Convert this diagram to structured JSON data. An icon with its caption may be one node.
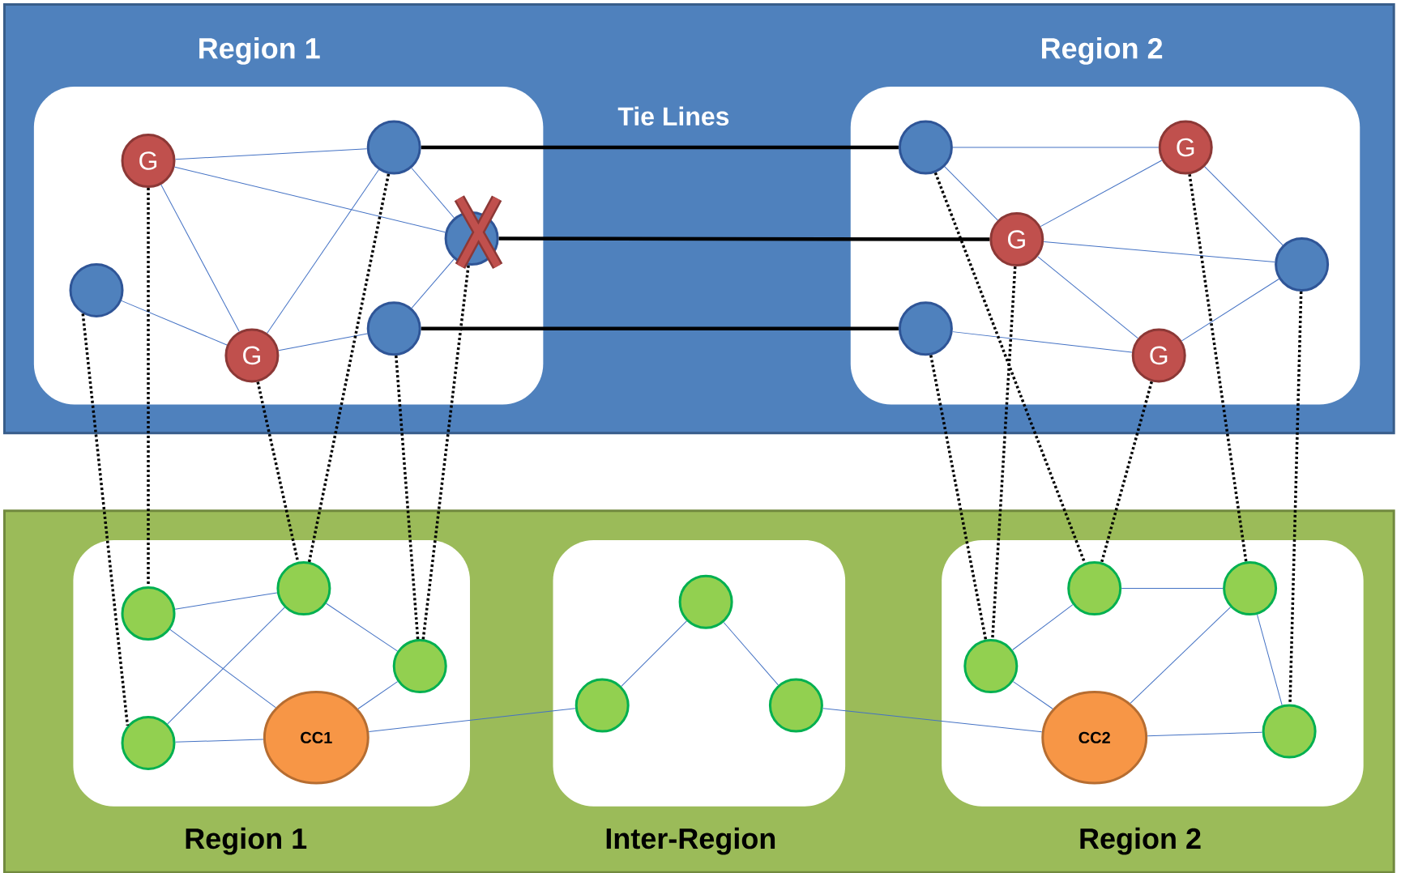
{
  "diagram": {
    "nodes": [
      {
        "text": [],
        "shape": "box"
      },
      {
        "text": [
          "Region 1"
        ],
        "in": 0
      },
      {
        "text": [
          "Region 2"
        ],
        "in": 0
      },
      {
        "text": [
          "G"
        ],
        "in": 1
      },
      {
        "text": [],
        "shape": "circle",
        "in": 1
      },
      {
        "text": [],
        "shape": "circle",
        "in": 1
      },
      {
        "text": [],
        "shape": "circle",
        "in": 1
      },
      {
        "text": [
          "G"
        ],
        "in": 1
      },
      {
        "text": [],
        "shape": "circle",
        "in": 1
      },
      {
        "text": [],
        "shape": "circle",
        "in": 2
      },
      {
        "text": [
          "G"
        ],
        "in": 2
      },
      {
        "text": [
          "G"
        ],
        "in": 2
      },
      {
        "text": [],
        "shape": "circle",
        "in": 2
      },
      {
        "text": [],
        "shape": "circle",
        "in": 2
      },
      {
        "text": [
          "G"
        ],
        "in": 2
      },
      {
        "text": [],
        "shape": "box"
      },
      {
        "text": [
          "Region 1"
        ],
        "in": 15
      },
      {
        "text": [
          "Inter-Region"
        ],
        "in": 15
      },
      {
        "text": [
          "Region 2"
        ],
        "in": 15
      },
      {
        "text": [],
        "shape": "circle",
        "in": 16
      },
      {
        "text": [],
        "shape": "circle",
        "in": 16
      },
      {
        "text": [],
        "shape": "circle",
        "in": 16
      },
      {
        "text": [],
        "shape": "circle",
        "in": 16
      },
      {
        "text": [
          "CC1"
        ],
        "in": 16
      },
      {
        "text": [],
        "shape": "circle",
        "in": 17
      },
      {
        "text": [],
        "shape": "circle",
        "in": 17
      },
      {
        "text": [],
        "shape": "circle",
        "in": 17
      },
      {
        "text": [],
        "shape": "circle",
        "in": 18
      },
      {
        "text": [],
        "shape": "circle",
        "in": 18
      },
      {
        "text": [],
        "shape": "circle",
        "in": 18
      },
      {
        "text": [
          "CC2"
        ],
        "in": 18
      },
      {
        "text": [],
        "shape": "circle",
        "in": 18
      }
    ],
    "edges": [
      {
        "from": 3,
        "to": 4,
        "arrow": "none"
      },
      {
        "from": 3,
        "to": 5,
        "arrow": "none"
      },
      {
        "from": 3,
        "to": 7,
        "arrow": "none"
      },
      {
        "from": 4,
        "to": 7,
        "arrow": "none"
      },
      {
        "from": 4,
        "to": 5,
        "arrow": "none"
      },
      {
        "from": 6,
        "to": 7,
        "arrow": "none"
      },
      {
        "from": 7,
        "to": 8,
        "arrow": "none"
      },
      {
        "from": 8,
        "to": 5,
        "arrow": "none"
      },
      {
        "from": 9,
        "to": 10,
        "arrow": "none"
      },
      {
        "from": 9,
        "to": 11,
        "arrow": "none"
      },
      {
        "from": 11,
        "to": 10,
        "arrow": "none"
      },
      {
        "from": 10,
        "to": 12,
        "arrow": "none"
      },
      {
        "from": 11,
        "to": 12,
        "arrow": "none"
      },
      {
        "from": 11,
        "to": 14,
        "arrow": "none"
      },
      {
        "from": 13,
        "to": 14,
        "arrow": "none"
      },
      {
        "from": 14,
        "to": 12,
        "arrow": "none"
      },
      {
        "from": 4,
        "to": 9,
        "arrow": "none",
        "style": "thick",
        "color": "#000000"
      },
      {
        "from": 5,
        "to": 11,
        "arrow": "none",
        "style": "thick",
        "color": "#000000"
      },
      {
        "from": 8,
        "to": 13,
        "arrow": "none",
        "style": "thick",
        "color": "#000000"
      },
      {
        "from": 6,
        "to": 22,
        "arrow": "none",
        "style": "dashed",
        "color": "#000000"
      },
      {
        "from": 3,
        "to": 19,
        "arrow": "none",
        "style": "dashed",
        "color": "#000000"
      },
      {
        "from": 7,
        "to": 20,
        "arrow": "none",
        "style": "dashed",
        "color": "#000000"
      },
      {
        "from": 4,
        "to": 20,
        "arrow": "none",
        "style": "dashed",
        "color": "#000000"
      },
      {
        "from": 8,
        "to": 21,
        "arrow": "none",
        "style": "dashed",
        "color": "#000000"
      },
      {
        "from": 5,
        "to": 21,
        "arrow": "none",
        "style": "dashed",
        "color": "#000000"
      },
      {
        "from": 9,
        "to": 27,
        "arrow": "none",
        "style": "dashed",
        "color": "#000000"
      },
      {
        "from": 11,
        "to": 29,
        "arrow": "none",
        "style": "dashed",
        "color": "#000000"
      },
      {
        "from": 13,
        "to": 29,
        "arrow": "none",
        "style": "dashed",
        "color": "#000000"
      },
      {
        "from": 14,
        "to": 27,
        "arrow": "none",
        "style": "dashed",
        "color": "#000000"
      },
      {
        "from": 10,
        "to": 28,
        "arrow": "none",
        "style": "dashed",
        "color": "#000000"
      },
      {
        "from": 12,
        "to": 31,
        "arrow": "none",
        "style": "dashed",
        "color": "#000000"
      },
      {
        "from": 19,
        "to": 20,
        "arrow": "none"
      },
      {
        "from": 19,
        "to": 23,
        "arrow": "none"
      },
      {
        "from": 20,
        "to": 22,
        "arrow": "none"
      },
      {
        "from": 20,
        "to": 21,
        "arrow": "none"
      },
      {
        "from": 21,
        "to": 23,
        "arrow": "none"
      },
      {
        "from": 22,
        "to": 23,
        "arrow": "none"
      },
      {
        "from": 24,
        "to": 25,
        "arrow": "none"
      },
      {
        "from": 24,
        "to": 26,
        "arrow": "none"
      },
      {
        "from": 23,
        "to": 25,
        "arrow": "none"
      },
      {
        "from": 26,
        "to": 30,
        "arrow": "none"
      },
      {
        "from": 29,
        "to": 27,
        "arrow": "none"
      },
      {
        "from": 27,
        "to": 28,
        "arrow": "none"
      },
      {
        "from": 29,
        "to": 30,
        "arrow": "none"
      },
      {
        "from": 30,
        "to": 28,
        "arrow": "none"
      },
      {
        "from": 30,
        "to": 31,
        "arrow": "none"
      },
      {
        "from": 28,
        "to": 31,
        "arrow": "none"
      }
    ],
    "labels": [
      "Tie Lines"
    ]
  }
}
